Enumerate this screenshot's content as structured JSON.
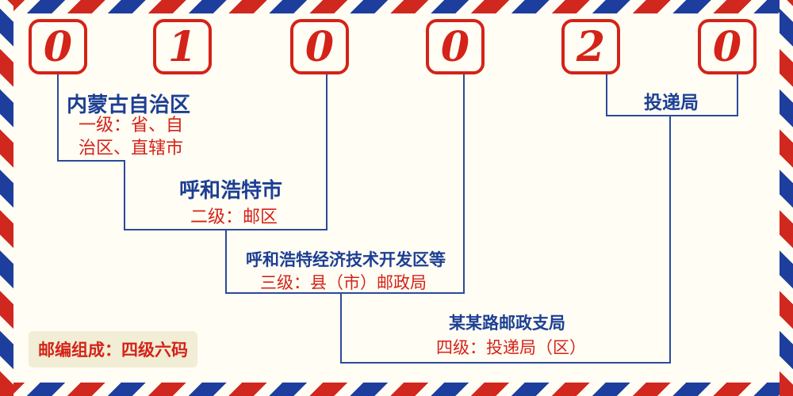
{
  "postal_code": {
    "digits": [
      "0",
      "1",
      "0",
      "0",
      "2",
      "0"
    ]
  },
  "levels": [
    {
      "name": "内蒙古自治区",
      "desc": "一级：省、自治区、直辖市"
    },
    {
      "name": "呼和浩特市",
      "desc": "二级：邮区"
    },
    {
      "name": "呼和浩特经济技术开发区等",
      "desc": "三级：县（市）邮政局"
    },
    {
      "name": "某某路邮政支局",
      "desc": "四级：投递局（区）"
    },
    {
      "name": "投递局"
    }
  ],
  "note": {
    "text": "邮编组成：四级六码"
  },
  "colors": {
    "digit_red": "#d42318",
    "label_blue": "#1d3f94",
    "line_blue": "#2b4a9b",
    "stripe_red": "#d0281e",
    "stripe_blue": "#1e3e9e",
    "background": "#fffdf4",
    "note_background": "#f2edd5"
  }
}
